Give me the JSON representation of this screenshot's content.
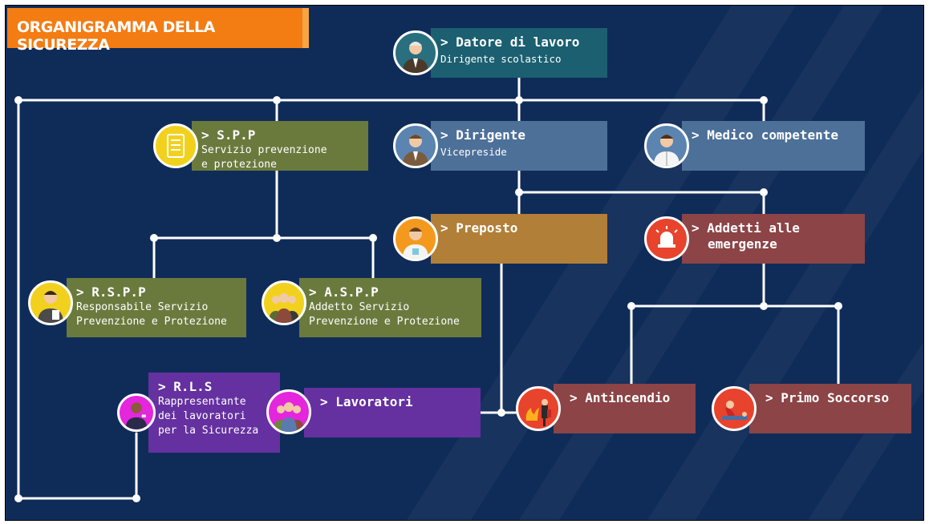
{
  "title": "ORGANIGRAMMA DELLA SICUREZZA",
  "colors": {
    "background": "#0f2c59",
    "teal": "#1b5f70",
    "blue": "#4d7099",
    "olive": "#6a7a3d",
    "gold": "#b27f38",
    "red": "#8c4446",
    "purple": "#6530a0",
    "banner": "#f37c13"
  },
  "nodes": {
    "datore": {
      "title": "> Datore di lavoro",
      "subtitle": "Dirigente scolastico",
      "icon": "manager-avatar-icon"
    },
    "spp": {
      "title": "> S.P.P",
      "line1": "Servizio prevenzione",
      "line2": "e protezione",
      "icon": "checklist-icon"
    },
    "dirigente": {
      "title": "> Dirigente",
      "subtitle": "Vicepreside",
      "icon": "businessman-avatar-icon"
    },
    "medico": {
      "title": "> Medico competente",
      "icon": "doctor-avatar-icon"
    },
    "preposto": {
      "title": "> Preposto",
      "icon": "lab-worker-avatar-icon"
    },
    "emergenze": {
      "title": "> Addetti alle",
      "title2": "emergenze",
      "icon": "alarm-siren-icon"
    },
    "rspp": {
      "title": "> R.S.P.P",
      "line1": "Responsabile Servizio",
      "line2": "Prevenzione e Protezione",
      "icon": "clipboard-person-icon"
    },
    "aspp": {
      "title": "> A.S.P.P",
      "line1": "Addetto Servizio",
      "line2": "Prevenzione e Protezione",
      "icon": "group-people-icon"
    },
    "rls": {
      "title": "> R.L.S",
      "line1": "Rappresentante",
      "line2": "dei lavoratori",
      "line3": "per la Sicurezza",
      "icon": "speaker-person-icon"
    },
    "lavoratori": {
      "title": "> Lavoratori",
      "icon": "workers-group-icon"
    },
    "antincendio": {
      "title": "> Antincendio",
      "icon": "fire-extinguisher-icon"
    },
    "soccorso": {
      "title": "> Primo Soccorso",
      "icon": "first-aid-icon"
    }
  }
}
